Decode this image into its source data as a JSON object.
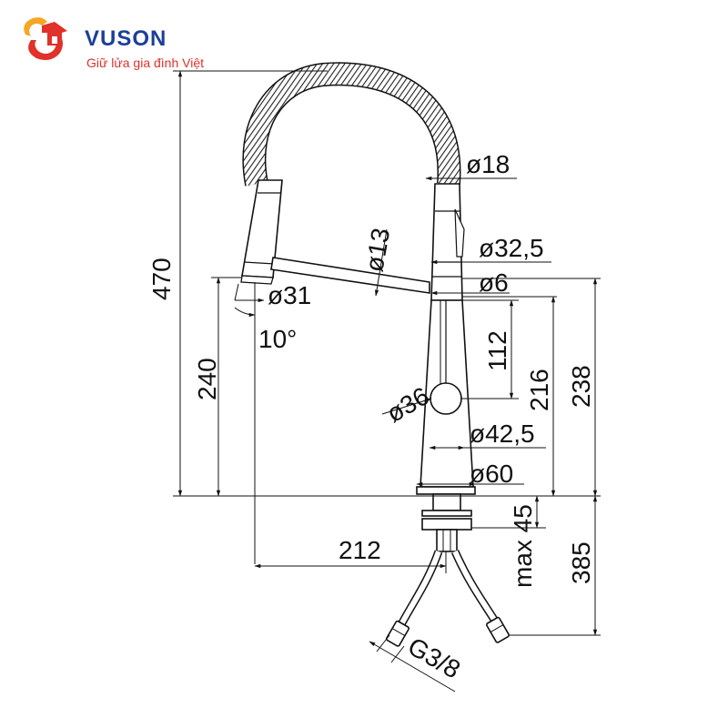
{
  "brand": {
    "name": "VUSON",
    "tagline": "Giữ lửa gia đình Việt",
    "colors": {
      "primary": "#1b3f9a",
      "accent": "#e0312a",
      "accent2": "#f5a623"
    }
  },
  "dimensions": {
    "total_height": "470",
    "spout_height": "240",
    "spout_angle": "10°",
    "spout_head_diameter": "ø31",
    "hose_diameter": "ø18",
    "arm_diameter": "ø13",
    "upper_body_diameter": "ø32,5",
    "joint_diameter": "ø6",
    "handle_height": "112",
    "handle_diameter": "ø36",
    "body_height_216": "216",
    "body_height_238": "238",
    "body_diameter": "ø42,5",
    "base_diameter": "ø60",
    "max_deck": "max 45",
    "below_deck": "385",
    "reach": "212",
    "thread": "G3/8"
  }
}
